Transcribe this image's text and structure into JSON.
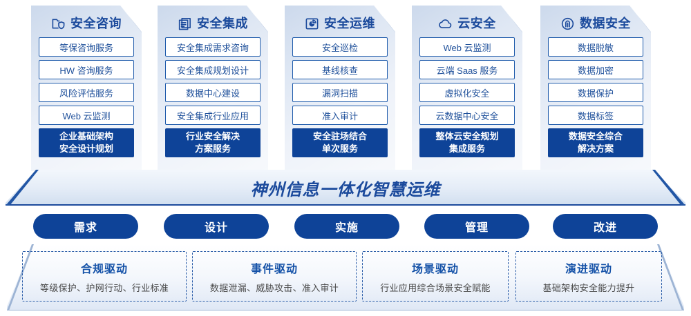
{
  "columns": [
    {
      "icon": "folder-shield-icon",
      "title": "安全咨询",
      "items": [
        "等保咨询服务",
        "HW 咨询服务",
        "风险评估服务",
        "Web 云监测"
      ],
      "accent": [
        "企业基础架构",
        "安全设计规划"
      ]
    },
    {
      "icon": "stacked-documents-icon",
      "title": "安全集成",
      "items": [
        "安全集成需求咨询",
        "安全集成规划设计",
        "数据中心建设",
        "安全集成行业应用"
      ],
      "accent": [
        "行业安全解决",
        "方案服务"
      ]
    },
    {
      "icon": "monitor-chart-icon",
      "title": "安全运维",
      "items": [
        "安全巡检",
        "基线核查",
        "漏洞扫描",
        "准入审计"
      ],
      "accent": [
        "安全驻场结合",
        "单次服务"
      ]
    },
    {
      "icon": "cloud-icon",
      "title": "云安全",
      "items": [
        "Web 云监测",
        "云端 Saas 服务",
        "虚拟化安全",
        "云数据中心安全"
      ],
      "accent": [
        "整体云安全规划",
        "集成服务"
      ]
    },
    {
      "icon": "fingerprint-icon",
      "title": "数据安全",
      "items": [
        "数据脱敏",
        "数据加密",
        "数据保护",
        "数据标签"
      ],
      "accent": [
        "数据安全综合",
        "解决方案"
      ]
    }
  ],
  "banner": {
    "text": "神州信息一体化智慧运维"
  },
  "pills": [
    "需求",
    "设计",
    "实施",
    "管理",
    "改进"
  ],
  "drivers": [
    {
      "title": "合规驱动",
      "subtitle": "等级保护、护网行动、行业标准"
    },
    {
      "title": "事件驱动",
      "subtitle": "数据泄漏、威胁攻击、准入审计"
    },
    {
      "title": "场景驱动",
      "subtitle": "行业应用综合场景安全赋能"
    },
    {
      "title": "演进驱动",
      "subtitle": "基础架构安全能力提升"
    }
  ],
  "colors": {
    "accent_blue": "#0e4398",
    "title_blue": "#1b4a9c",
    "item_border": "#1f5bab",
    "panel_gradient_from": "#ccd9ec",
    "panel_gradient_to": "#f7f9fc"
  }
}
